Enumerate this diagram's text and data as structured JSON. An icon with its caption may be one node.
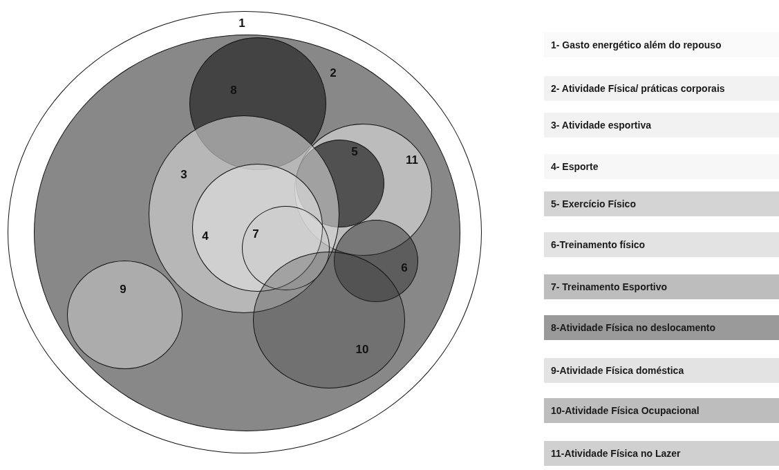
{
  "diagram": {
    "nodes": [
      {
        "text": [
          "1"
        ]
      },
      {
        "text": [
          "2"
        ],
        "in": 0
      },
      {
        "text": [
          "8"
        ],
        "in": 1
      },
      {
        "text": [
          "11"
        ],
        "in": 1
      },
      {
        "text": [
          "5"
        ],
        "in": 3
      },
      {
        "text": [
          "3"
        ],
        "in": 1
      },
      {
        "text": [
          "4"
        ],
        "in": 5
      },
      {
        "text": [
          "7"
        ],
        "in": 5
      },
      {
        "text": [
          "6"
        ],
        "in": 1
      },
      {
        "text": [
          "9"
        ],
        "in": 1
      },
      {
        "text": [
          "10"
        ],
        "in": 1
      }
    ],
    "edges": [],
    "legend": [
      {
        "text": "1- Gasto energético além do repouso",
        "color": "#fafafa"
      },
      {
        "text": "2- Atividade Física/ práticas corporais",
        "color": "#f2f2f2"
      },
      {
        "text": "3- Atividade esportiva",
        "color": "#f2f2f2"
      },
      {
        "text": "4- Esporte",
        "color": "#f7f7f7"
      },
      {
        "text": "5- Exercício Físico",
        "color": "#d4d4d4"
      },
      {
        "text": "6-Treinamento físico",
        "color": "#e3e3e3"
      },
      {
        "text": "7- Treinamento Esportivo",
        "color": "#bdbdbd"
      },
      {
        "text": "8-Atividade Física no deslocamento",
        "color": "#9a9a9a"
      },
      {
        "text": "9-Atividade Física doméstica",
        "color": "#e3e3e3"
      },
      {
        "text": "10-Atividade Física Ocupacional",
        "color": "#bdbdbd"
      },
      {
        "text": "11-Atividade Física no Lazer",
        "color": "#d0d0d0"
      }
    ]
  }
}
